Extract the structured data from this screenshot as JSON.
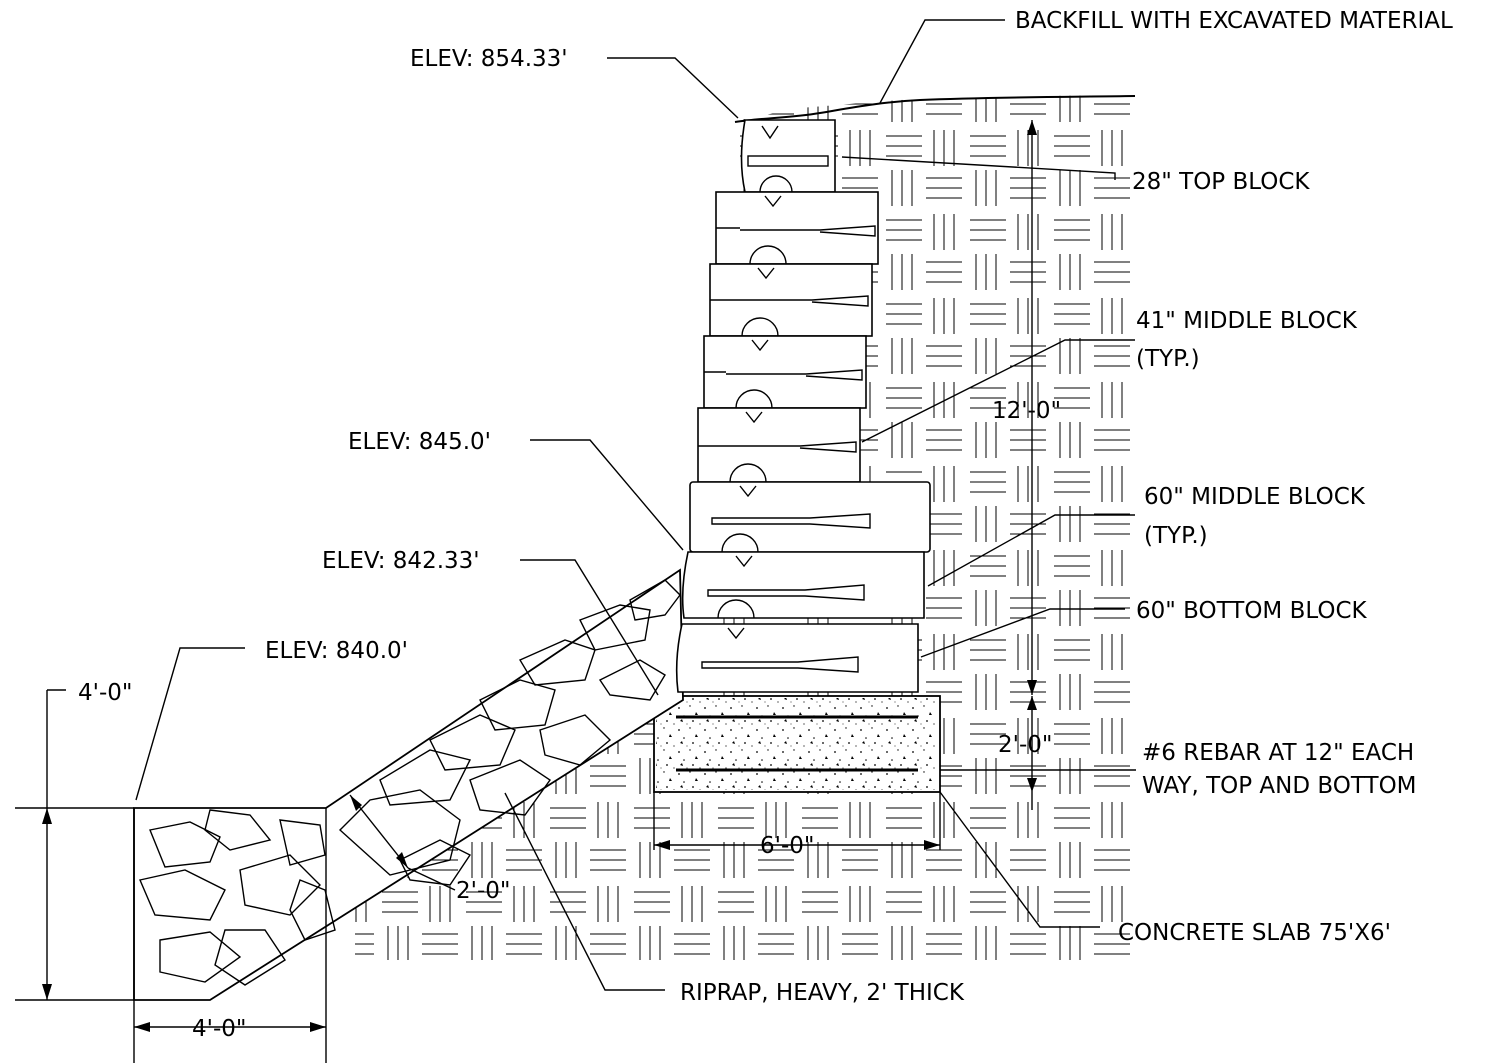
{
  "labels": {
    "backfill": "BACKFILL WITH EXCAVATED MATERIAL",
    "elev_top": "ELEV: 854.33'",
    "top_block": "28\" TOP BLOCK",
    "middle_41_line1": "41\" MIDDLE BLOCK",
    "middle_41_line2": "(TYP.)",
    "elev_845": "ELEV: 845.0'",
    "middle_60_line1": "60\" MIDDLE BLOCK",
    "middle_60_line2": "(TYP.)",
    "elev_842": "ELEV: 842.33'",
    "bottom_block": "60\" BOTTOM BLOCK",
    "elev_840": "ELEV: 840.0'",
    "rebar_line1": "#6 REBAR AT 12\" EACH",
    "rebar_line2": "WAY, TOP AND BOTTOM",
    "concrete_slab": "CONCRETE SLAB 75'X6'",
    "riprap": "RIPRAP, HEAVY, 2' THICK"
  },
  "dimensions": {
    "wall_height": "12'-0\"",
    "slab_thickness": "2'-0\"",
    "slab_width": "6'-0\"",
    "riprap_thickness": "2'-0\"",
    "toe_height": "4'-0\"",
    "toe_width": "4'-0\""
  }
}
